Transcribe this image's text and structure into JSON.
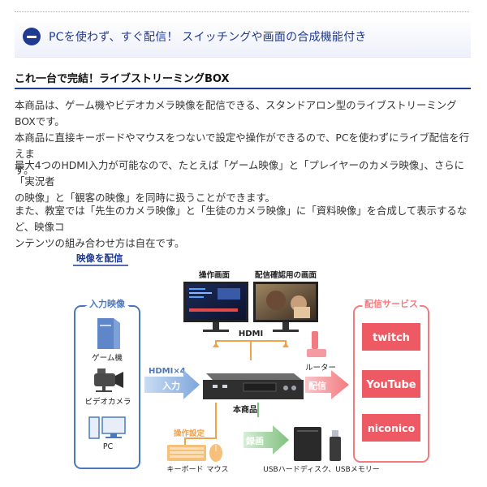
{
  "banner": {
    "text": "PCを使わず、すぐ配信！ スイッチングや画面の合成機能付き"
  },
  "section": {
    "heading": "これ一台で完結！ライブストリーミングBOX"
  },
  "paragraphs": [
    [
      "本商品は、ゲーム機やビデオカメラ映像を配信できる、スタンドアロン型のライブストリーミングBOXです。",
      "本商品に直接キーボードやマウスをつないで設定や操作ができるので、PCを使わずにライブ配信を行えま",
      "す。"
    ],
    [
      "最大4つのHDMI入力が可能なので、たとえば「ゲーム映像」と「プレイヤーのカメラ映像」、さらに「実況者",
      "の映像」と「観客の映像」を同時に扱うことができます。"
    ],
    [
      "また、教室では「先生のカメラ映像」と「生徒のカメラ映像」に「資料映像」を合成して表示するなど、映像コ",
      "ンテンツの組み合わせ方は自在です。"
    ]
  ],
  "diagram": {
    "title": "映像を配信",
    "input_box_title": "入力映像",
    "devices": {
      "game": "ゲーム機",
      "camera": "ビデオカメラ",
      "pc": "PC"
    },
    "hdmi_input": "HDMI×4",
    "input_arrow": "入力",
    "monitors": {
      "operation": "操作画面",
      "preview": "配信確認用の画面"
    },
    "hdmi_output": "HDMI",
    "router": "ルーター",
    "distribute_arrow": "配信",
    "product": "本商品",
    "settings": "操作設定",
    "keyboard": "キーボード",
    "mouse": "マウス",
    "record_arrow": "録画",
    "storage": "USBハードディスク、USBメモリー",
    "services_title": "配信サービス",
    "services": [
      "twitch",
      "YouTube",
      "niconico"
    ],
    "colors": {
      "blue": "#4a78c0",
      "lightblue": "#9fc0e8",
      "pink": "#f27b80",
      "pinkbox": "#ee5a64",
      "orange": "#f2a24a",
      "green": "#7fc07f"
    }
  }
}
